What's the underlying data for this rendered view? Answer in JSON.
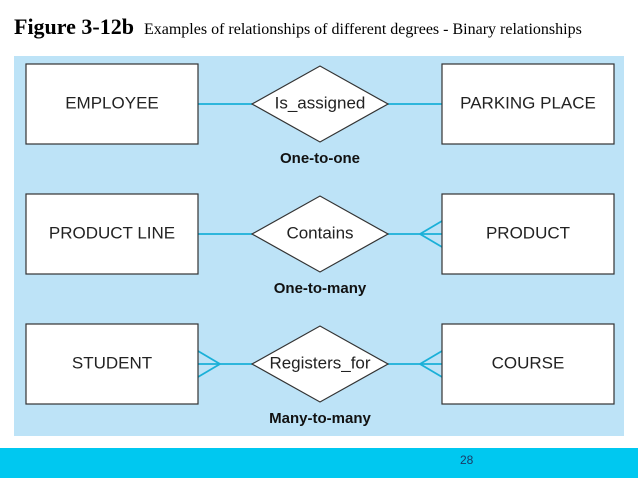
{
  "title": {
    "figure": "Figure 3-12b",
    "caption": "Examples of relationships of different degrees - Binary relationships"
  },
  "rows": [
    {
      "left_entity": "EMPLOYEE",
      "relationship": "Is_assigned",
      "right_entity": "PARKING PLACE",
      "degree": "One-to-one",
      "left_crowfoot": false,
      "right_crowfoot": false
    },
    {
      "left_entity": "PRODUCT LINE",
      "relationship": "Contains",
      "right_entity": "PRODUCT",
      "degree": "One-to-many",
      "left_crowfoot": false,
      "right_crowfoot": true
    },
    {
      "left_entity": "STUDENT",
      "relationship": "Registers_for",
      "right_entity": "COURSE",
      "degree": "Many-to-many",
      "left_crowfoot": true,
      "right_crowfoot": true
    }
  ],
  "colors": {
    "panel": "#bde3f7",
    "line": "#1ab0d8",
    "box_border": "#333333",
    "footer": "#00c8f0"
  },
  "page_number": "28"
}
